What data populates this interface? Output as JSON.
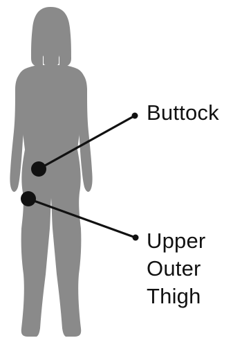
{
  "colors": {
    "silhouette": "#8a8a8a",
    "marker": "#111111",
    "text": "#111111",
    "background": "#ffffff"
  },
  "markers": [
    {
      "name": "buttock",
      "label": "Buttock"
    },
    {
      "name": "upper-outer-thigh",
      "label_lines": [
        "Upper",
        "Outer",
        "Thigh"
      ]
    }
  ]
}
